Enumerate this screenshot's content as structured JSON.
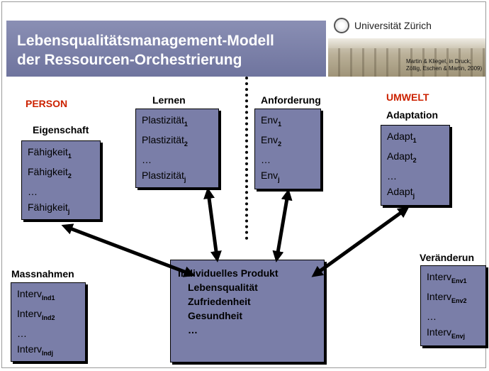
{
  "header": {
    "title_line1": "Lebensqualitätsmanagement-Modell",
    "title_line2": "der Ressourcen-Orchestrierung",
    "logo_text": "Universität Zürich",
    "citation": "Martin & Kliegel, in Druck; Zöllig, Eschen & Martin, 2009)"
  },
  "labels": {
    "person": "PERSON",
    "umwelt": "UMWELT",
    "eigenschaft": "Eigenschaft",
    "lernen": "Lernen",
    "anforderung": "Anforderung",
    "adaptation": "Adaptation",
    "massnahmen": "Massnahmen",
    "veraenderung": "Veränderun"
  },
  "boxes": {
    "eigenschaft": [
      {
        "text": "Fähigkeit",
        "sub": "1"
      },
      {
        "text": "Fähigkeit",
        "sub": "2"
      },
      {
        "text": "…",
        "sub": ""
      },
      {
        "text": "Fähigkeit",
        "sub": "j"
      }
    ],
    "lernen": [
      {
        "text": "Plastizität",
        "sub": "1"
      },
      {
        "text": "Plastizität",
        "sub": "2"
      },
      {
        "text": "…",
        "sub": ""
      },
      {
        "text": "Plastizität",
        "sub": "j"
      }
    ],
    "anforderung": [
      {
        "text": "Env",
        "sub": "1"
      },
      {
        "text": "Env",
        "sub": "2"
      },
      {
        "text": "…",
        "sub": ""
      },
      {
        "text": "Env",
        "sub": "j"
      }
    ],
    "adaptation": [
      {
        "text": "Adapt",
        "sub": "1"
      },
      {
        "text": "Adapt",
        "sub": "2"
      },
      {
        "text": "…",
        "sub": ""
      },
      {
        "text": "Adapt",
        "sub": "j"
      }
    ],
    "massnahmen": [
      {
        "text": "Interv",
        "sub": "Ind1"
      },
      {
        "text": "Interv",
        "sub": "Ind2"
      },
      {
        "text": "…",
        "sub": ""
      },
      {
        "text": "Interv",
        "sub": "Indj"
      }
    ],
    "veraenderung": [
      {
        "text": "Interv",
        "sub": "Env1"
      },
      {
        "text": "Interv",
        "sub": "Env2"
      },
      {
        "text": "…",
        "sub": ""
      },
      {
        "text": "Interv",
        "sub": "Envj"
      }
    ],
    "result": {
      "heading": "Individuelles Produkt",
      "items": [
        "Lebensqualität",
        "Zufriedenheit",
        "Gesundheit",
        "…"
      ]
    }
  }
}
